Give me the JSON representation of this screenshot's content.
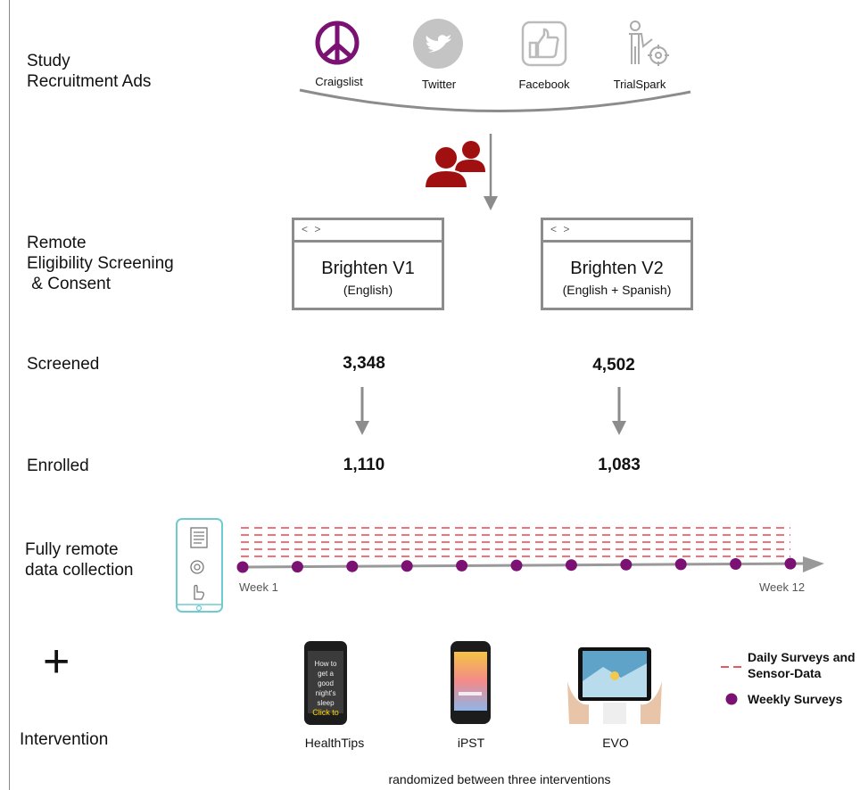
{
  "labels": {
    "recruitment": [
      "Study",
      "Recruitment Ads"
    ],
    "screening": [
      "Remote",
      "Eligibility Screening",
      " & Consent"
    ],
    "screened": "Screened",
    "enrolled": "Enrolled",
    "collection": [
      "Fully remote",
      "data collection"
    ],
    "intervention": "Intervention",
    "plus": "+"
  },
  "ads": [
    {
      "name": "Craigslist",
      "icon": "peace-icon"
    },
    {
      "name": "Twitter",
      "icon": "twitter-bird-icon"
    },
    {
      "name": "Facebook",
      "icon": "thumbs-up-icon"
    },
    {
      "name": "TrialSpark",
      "icon": "person-target-icon"
    }
  ],
  "studies": [
    {
      "title": "Brighten V1",
      "subtitle": "(English)",
      "screened": "3,348",
      "enrolled": "1,110"
    },
    {
      "title": "Brighten V2",
      "subtitle": "(English + Spanish)",
      "screened": "4,502",
      "enrolled": "1,083"
    }
  ],
  "browser_bar": "< >",
  "timeline": {
    "start": "Week 1",
    "end": "Week 12",
    "weeks": 11
  },
  "legend": {
    "daily": [
      "Daily Surveys and",
      "Sensor-Data"
    ],
    "weekly": "Weekly Surveys"
  },
  "interventions": [
    {
      "name": "HealthTips",
      "screen_lines": [
        "How to get a",
        "good night's",
        "sleep"
      ],
      "screen_link": "Click to"
    },
    {
      "name": "iPST"
    },
    {
      "name": "EVO"
    }
  ],
  "footer": "randomized between three interventions",
  "colors": {
    "accent_purple": "#7a1173",
    "people_red": "#a01010",
    "dash_red": "#e0202a",
    "gray": "#8c8c8c",
    "phone_teal": "#6fcbd0"
  }
}
